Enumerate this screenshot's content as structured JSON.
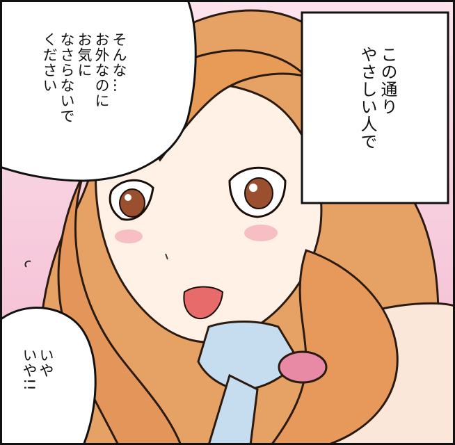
{
  "panel": {
    "bubble_left_text": "そんな…\nお外なのに\nお気に\nなさらないで\nください",
    "narration_box_text": "この通り\nやさしい人で",
    "bubble_bottom_text": "いや\nいや!!"
  },
  "colors": {
    "background_pink": "#f7c6d8",
    "hair": "#e8a05a",
    "skin": "#fff1e6",
    "ribbon": "#c6dcef",
    "scrunchie": "#e88aa6",
    "ink": "#111111"
  }
}
